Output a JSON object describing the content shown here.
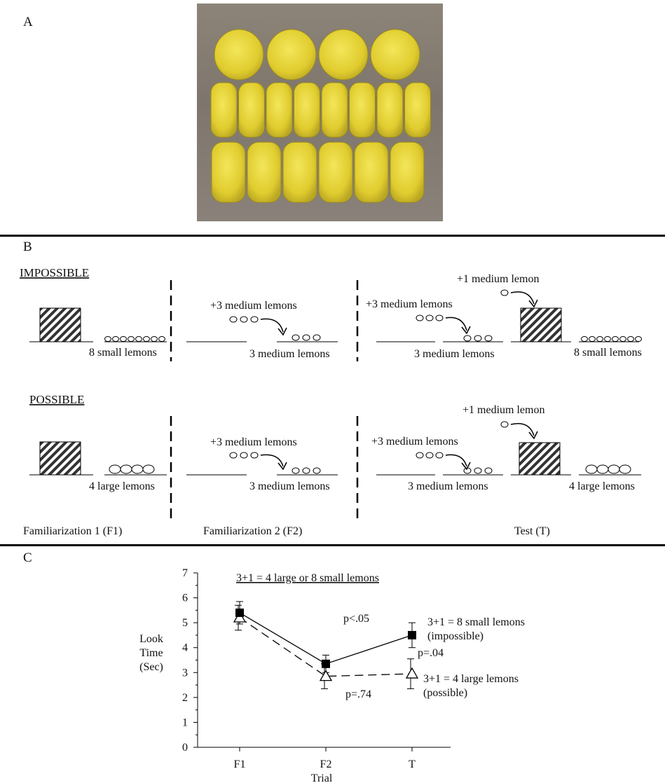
{
  "panels": {
    "a": "A",
    "b": "B",
    "c": "C"
  },
  "photo": {
    "description_icon": "lemon-pieces-photo",
    "lemon_color": "#e8d53a",
    "background_color": "#857d73"
  },
  "diagram": {
    "impossible": {
      "heading": "IMPOSSIBLE",
      "f1_label": "8 small lemons",
      "f2_action": "+3 medium lemons",
      "f2_label": "3 medium lemons",
      "t_action_left": "+3 medium lemons",
      "t_action_right": "+1 medium lemon",
      "t_label_left": "3 medium lemons",
      "t_label_right": "8 small lemons"
    },
    "possible": {
      "heading": "POSSIBLE",
      "f1_label": "4 large lemons",
      "f2_action": "+3 medium lemons",
      "f2_label": "3 medium lemons",
      "t_action_left": "+3 medium lemons",
      "t_action_right": "+1 medium lemon",
      "t_label_left": "3 medium lemons",
      "t_label_right": "4 large lemons"
    },
    "phases": [
      "Familiarization 1 (F1)",
      "Familiarization 2 (F2)",
      "Test (T)"
    ]
  },
  "chart_data": {
    "type": "line",
    "title": "3+1 = 4 large or 8 small lemons",
    "xlabel": "Trial",
    "ylabel": [
      "Look",
      "Time",
      "(Sec)"
    ],
    "categories": [
      "F1",
      "F2",
      "T"
    ],
    "ylim": [
      0,
      7
    ],
    "yticks": [
      "0",
      "1",
      "2",
      "3",
      "4",
      "5",
      "6",
      "7"
    ],
    "series": [
      {
        "name": "3+1 = 8 small lemons (impossible)",
        "label_lines": [
          "3+1 = 8 small lemons",
          "(impossible)"
        ],
        "values": [
          5.4,
          3.35,
          4.5
        ],
        "err": [
          0.45,
          0.35,
          0.5
        ],
        "marker": "square",
        "line": "solid"
      },
      {
        "name": "3+1 = 4 large lemons (possible)",
        "label_lines": [
          "3+1 = 4 large lemons",
          "(possible)"
        ],
        "values": [
          5.2,
          2.85,
          2.95
        ],
        "err": [
          0.5,
          0.5,
          0.6
        ],
        "marker": "triangle",
        "line": "dashed"
      }
    ],
    "annotations": [
      "p<.05",
      "p=.04",
      "p=.74"
    ]
  }
}
